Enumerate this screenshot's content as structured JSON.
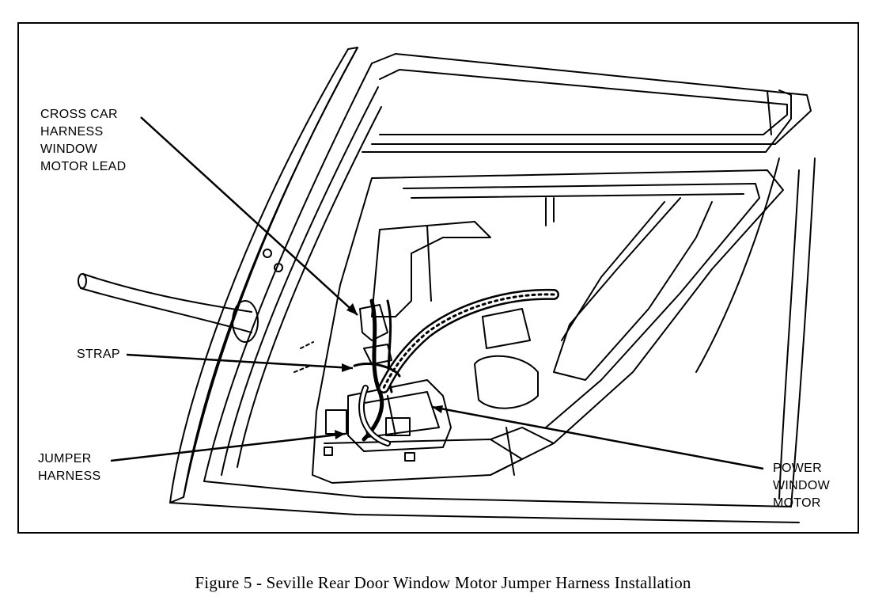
{
  "figure": {
    "callouts": {
      "cross_car_harness": "CROSS CAR\nHARNESS\nWINDOW\nMOTOR LEAD",
      "strap": "STRAP",
      "jumper_harness": "JUMPER\nHARNESS",
      "power_window_motor": "POWER\nWINDOW\nMOTOR"
    },
    "caption": "Figure 5 - Seville Rear Door Window Motor Jumper Harness Installation"
  }
}
